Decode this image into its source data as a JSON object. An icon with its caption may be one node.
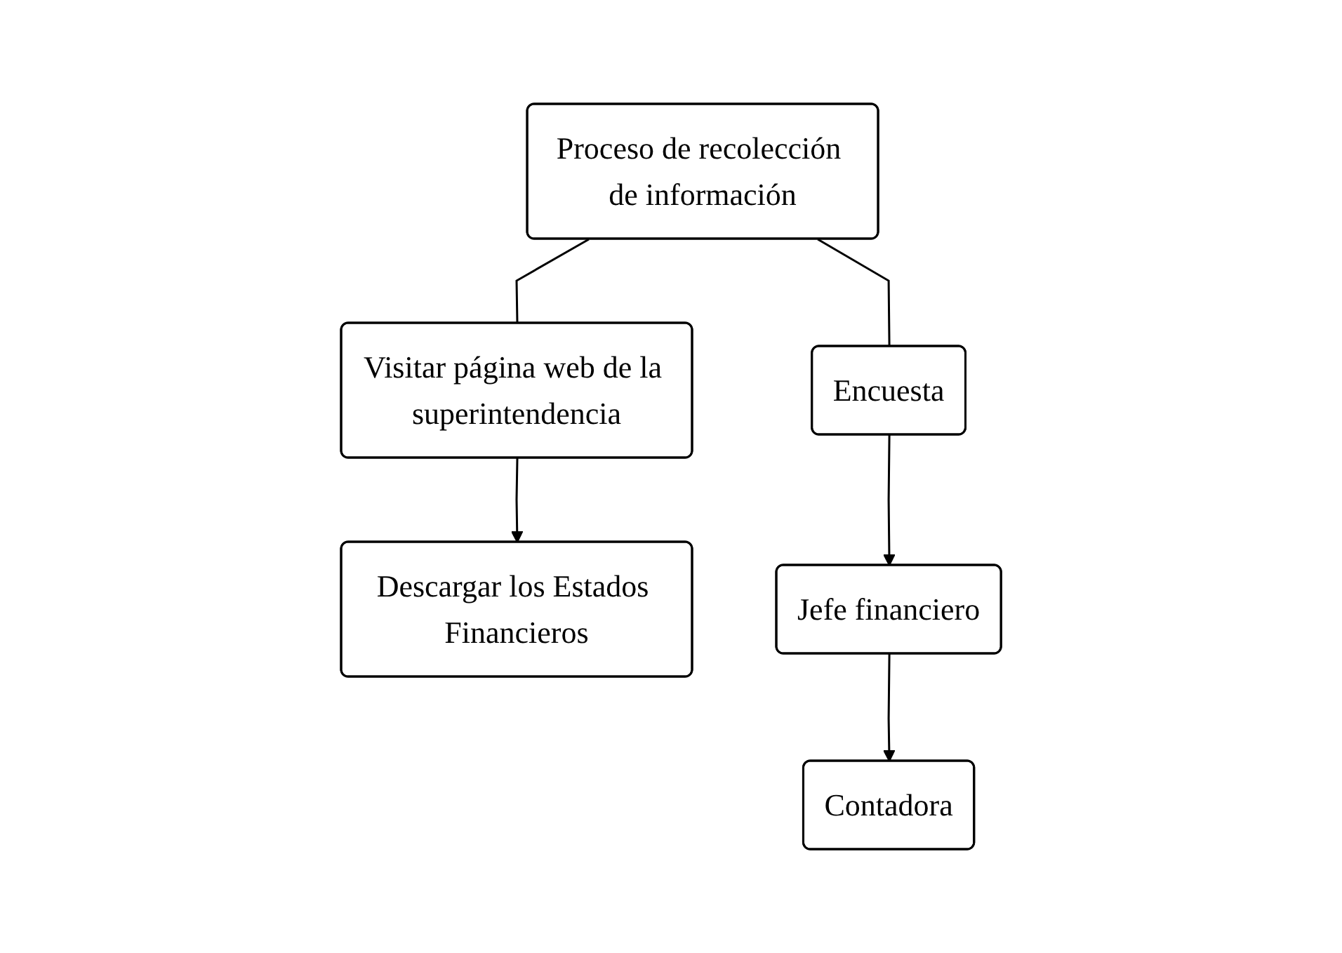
{
  "diagram": {
    "nodes": [
      {
        "text": [
          "Proceso de recolección de información"
        ]
      },
      {
        "text": [
          "Visitar página web de la superintendencia"
        ]
      },
      {
        "text": [
          "Descargar los Estados Financieros"
        ]
      },
      {
        "text": [
          "Encuesta"
        ]
      },
      {
        "text": [
          "Jefe financiero"
        ]
      },
      {
        "text": [
          "Contadora"
        ]
      }
    ],
    "edges": [
      {
        "from": 0,
        "to": 1,
        "arrow": "none"
      },
      {
        "from": 0,
        "to": 3,
        "arrow": "none"
      },
      {
        "from": 1,
        "to": 2,
        "arrow": "to"
      },
      {
        "from": 3,
        "to": 4,
        "arrow": "to"
      },
      {
        "from": 4,
        "to": 5,
        "arrow": "to"
      }
    ]
  }
}
